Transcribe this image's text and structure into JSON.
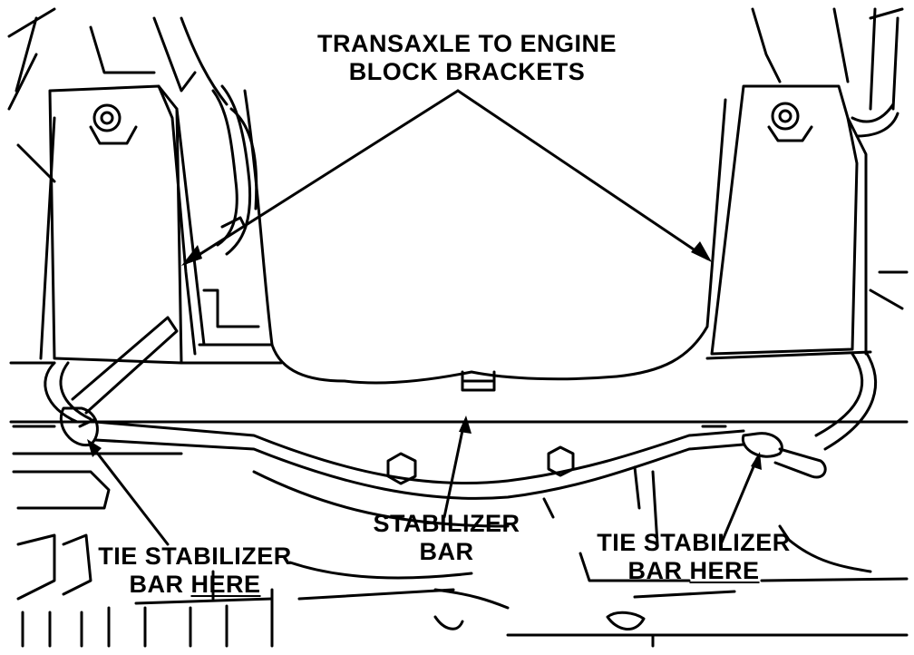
{
  "labels": {
    "brackets": {
      "line1": "TRANSAXLE TO ENGINE",
      "line2": "BLOCK BRACKETS"
    },
    "stabilizer_bar": {
      "line1": "STABILIZER",
      "line2": "BAR"
    },
    "tie_left": {
      "line1": "TIE STABILIZER",
      "line2_pre": "BAR ",
      "line2_under": "HERE"
    },
    "tie_right": {
      "line1": "TIE STABILIZER",
      "line2_pre": "BAR ",
      "line2_under": "HERE"
    }
  },
  "colors": {
    "ink": "#000000",
    "paper": "#ffffff"
  }
}
